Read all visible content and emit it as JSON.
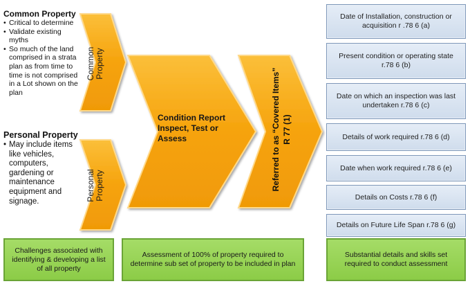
{
  "common_property": {
    "title": "Common Property",
    "bullets": [
      "Critical to determine",
      "Validate existing myths",
      "So much of the land comprised in a strata plan as from time to time is not comprised in a Lot shown on the plan"
    ],
    "arrow_label": "Common Property"
  },
  "personal_property": {
    "title": "Personal Property",
    "bullets": [
      "May include items like vehicles, computers, gardening or maintenance equipment and signage."
    ],
    "arrow_label": "Personal Property"
  },
  "condition_report": {
    "lines": [
      "Condition Report",
      "Inspect, Test or",
      "Assess"
    ]
  },
  "covered_items": {
    "lines": [
      "Referred to as “Covered Items”",
      "R 77 (1)"
    ]
  },
  "requirements": [
    "Date of Installation, construction or acquisition  r .78 6 (a)",
    "Present condition or operating state r.78 6 (b)",
    "Date on which an inspection was last undertaken r.78 6  (c)",
    "Details of work required r.78 6 (d)",
    "Date when work required r.78 6 (e)",
    "Details on Costs r.78 6 (f)",
    "Details on Future Life Span r.78 6 (g)"
  ],
  "challenges": [
    "Challenges associated with identifying & developing a list of all property",
    "Assessment of 100% of property required to determine sub set of property to be included in plan",
    "Substantial details and skills set required to conduct assessment"
  ],
  "colors": {
    "arrow_fill": "#f7a70e",
    "arrow_stroke": "#ffd77a",
    "box_blue": "#dbe5f1",
    "box_blue_border": "#7d97b9",
    "box_green": "#92d050",
    "box_green_border": "#6aa436"
  }
}
